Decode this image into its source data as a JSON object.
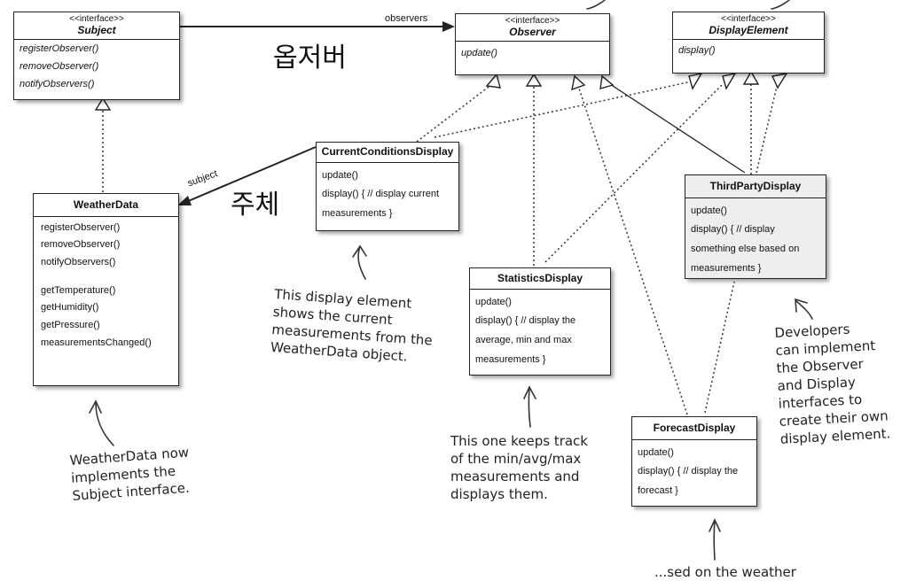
{
  "classes": {
    "subject": {
      "stereotype": "<<interface>>",
      "name": "Subject",
      "methods": [
        "registerObserver()",
        "removeObserver()",
        "notifyObservers()"
      ]
    },
    "observer": {
      "stereotype": "<<interface>>",
      "name": "Observer",
      "methods": [
        "update()"
      ]
    },
    "display_element": {
      "stereotype": "<<interface>>",
      "name": "DisplayElement",
      "methods": [
        "display()"
      ]
    },
    "weather_data": {
      "name": "WeatherData",
      "methods": [
        "registerObserver()",
        "removeObserver()",
        "notifyObservers()",
        "getTemperature()",
        "getHumidity()",
        "getPressure()",
        "measurementsChanged()"
      ]
    },
    "current_conditions": {
      "name": "CurrentConditionsDisplay",
      "methods": [
        "update()",
        "display() { // display current measurements }"
      ]
    },
    "third_party": {
      "name": "ThirdPartyDisplay",
      "methods": [
        "update()",
        "display() { // display something else based on measurements }"
      ]
    },
    "statistics": {
      "name": "StatisticsDisplay",
      "methods": [
        "update()",
        "display() { // display the average, min and max measurements }"
      ]
    },
    "forecast": {
      "name": "ForecastDisplay",
      "methods": [
        "update()",
        "display() { // display the forecast }"
      ]
    }
  },
  "edge_labels": {
    "observers": "observers",
    "subject": "subject"
  },
  "korean_labels": {
    "observer": "옵저버",
    "subject": "주체"
  },
  "notes": {
    "current_conditions": "This display element\nshows the current\nmeasurements from the\nWeatherData object.",
    "weather_data": "WeatherData now\nimplements the\nSubject interface.",
    "statistics": "This one keeps track\nof the min/avg/max\nmeasurements and\ndisplays them.",
    "developers": "Developers\ncan implement\nthe Observer\nand Display\ninterfaces to\ncreate their own\ndisplay element.",
    "forecast_partial": "...sed on the weather"
  }
}
